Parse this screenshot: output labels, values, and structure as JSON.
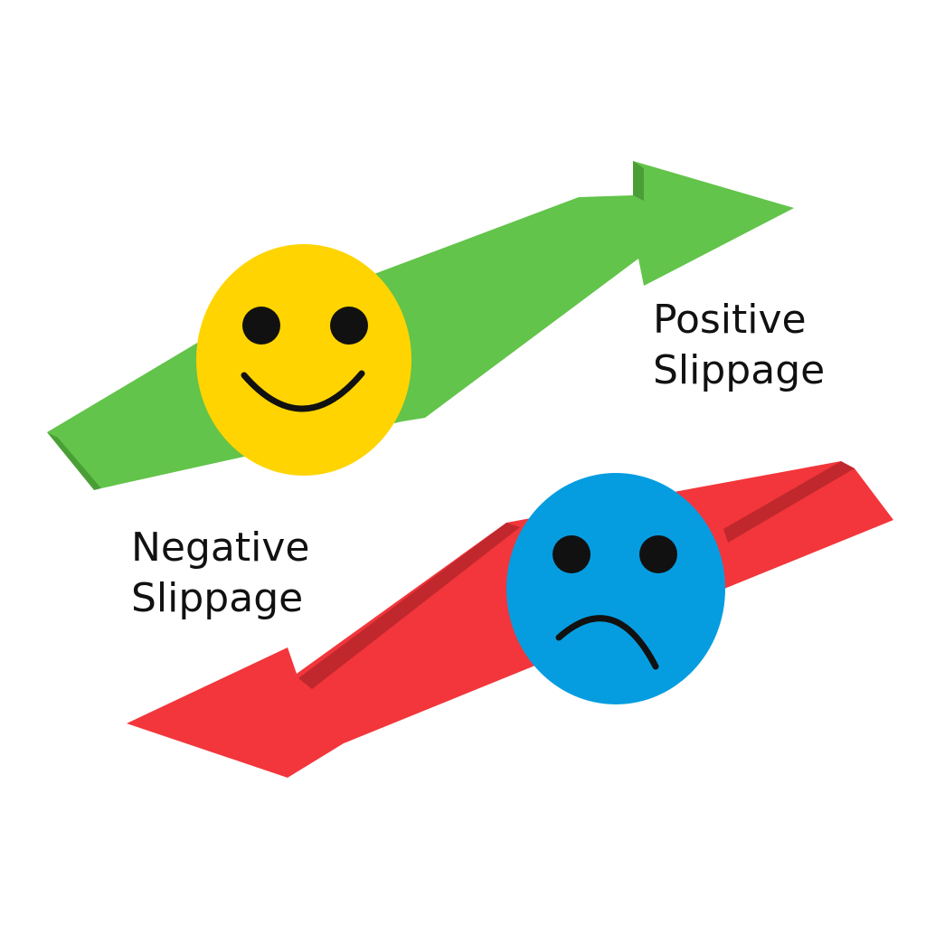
{
  "positive": {
    "line1": "Positive",
    "line2": "Slippage",
    "arrow_color": "#62c44a",
    "face_color": "#ffd400",
    "face": "smiley-face-icon"
  },
  "negative": {
    "line1": "Negative",
    "line2": "Slippage",
    "arrow_color": "#f2363b",
    "face_color": "#069de0",
    "face": "sad-face-icon"
  }
}
